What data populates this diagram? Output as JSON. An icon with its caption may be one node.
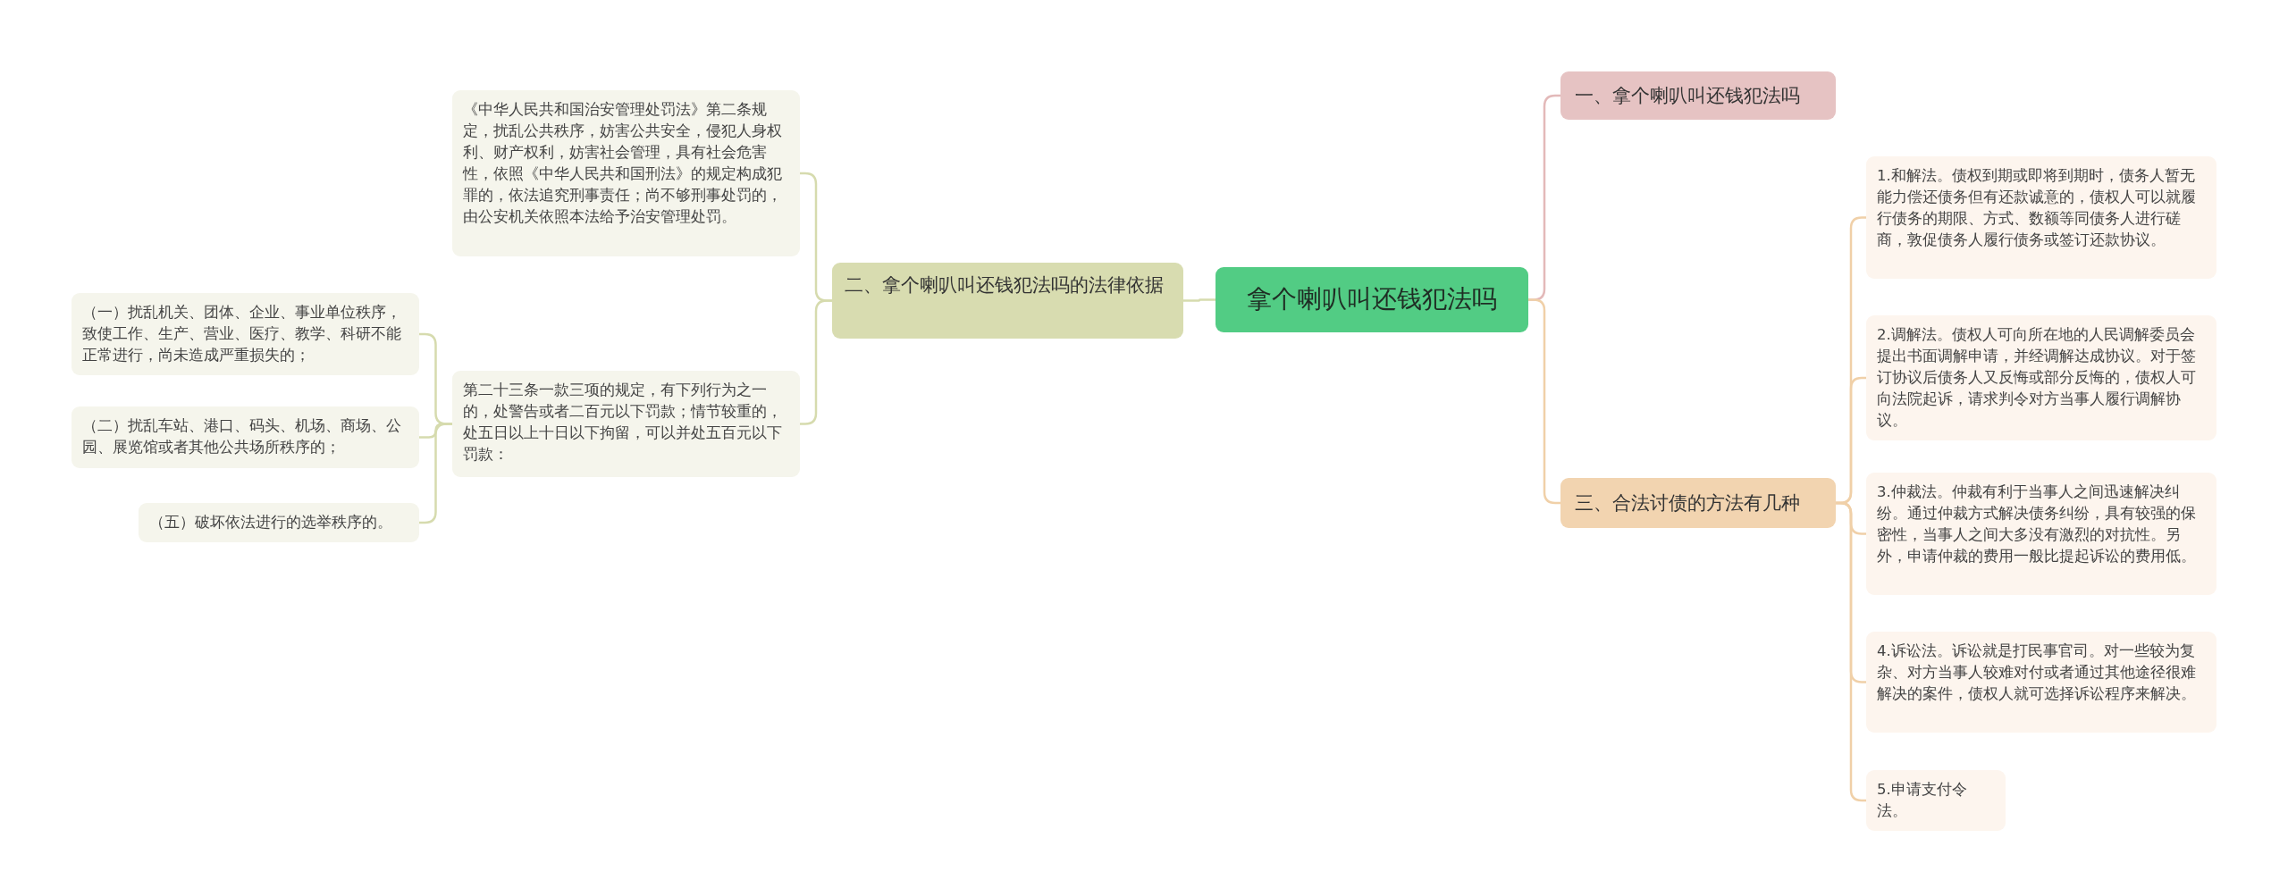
{
  "diagram": {
    "nodes": [
      {
        "text": [
          "拿个喇叭叫还钱犯法吗"
        ]
      },
      {
        "text": [
          "一、拿个喇叭叫还钱犯法吗"
        ]
      },
      {
        "text": [
          "三、合法讨债的方法有几种"
        ]
      },
      {
        "text": [
          "二、拿个喇叭叫还钱犯法吗的法律依据"
        ]
      },
      {
        "text": [
          "《中华人民共和国治安管理处罚法》第二条规定，扰乱公共秩序，妨害公共安全，侵犯人身权利、财产权利，妨害社会管理，具有社会危害性，依照《中华人民共和国刑法》的规定构成犯罪的，依法追究刑事责任；尚不够刑事处罚的，由公安机关依照本法给予治安管理处罚。"
        ]
      },
      {
        "text": [
          "第二十三条一款三项的规定，有下列行为之一的，处警告或者二百元以下罚款；情节较重的，处五日以上十日以下拘留，可以并处五百元以下罚款："
        ]
      },
      {
        "text": [
          "（一）扰乱机关、团体、企业、事业单位秩序，致使工作、生产、营业、医疗、教学、科研不能正常进行，尚未造成严重损失的；"
        ]
      },
      {
        "text": [
          "（二）扰乱车站、港口、码头、机场、商场、公园、展览馆或者其他公共场所秩序的；"
        ]
      },
      {
        "text": [
          "（五）破坏依法进行的选举秩序的。"
        ]
      },
      {
        "text": [
          "1.和解法。债权到期或即将到期时，债务人暂无能力偿还债务但有还款诚意的，债权人可以就履行债务的期限、方式、数额等同债务人进行磋商，敦促债务人履行债务或签订还款协议。"
        ]
      },
      {
        "text": [
          "2.调解法。债权人可向所在地的人民调解委员会提出书面调解申请，并经调解达成协议。对于签订协议后债务人又反悔或部分反悔的，债权人可向法院起诉，请求判令对方当事人履行调解协议。"
        ]
      },
      {
        "text": [
          "3.仲裁法。仲裁有利于当事人之间迅速解决纠纷。通过仲裁方式解决债务纠纷，具有较强的保密性，当事人之间大多没有激烈的对抗性。另外，申请仲裁的费用一般比提起诉讼的费用低。"
        ]
      },
      {
        "text": [
          "4.诉讼法。诉讼就是打民事官司。对一些较为复杂、对方当事人较难对付或者通过其他途径很难解决的案件，债权人就可选择诉讼程序来解决。"
        ]
      },
      {
        "text": [
          "5.申请支付令法。"
        ]
      }
    ],
    "edges": [
      {
        "from": 0,
        "to": 1,
        "arrow": "none",
        "color": "#e3b9b9"
      },
      {
        "from": 0,
        "to": 2,
        "arrow": "none",
        "color": "#f0d0a8"
      },
      {
        "from": 0,
        "to": 3,
        "arrow": "none",
        "color": "#d6dbae"
      },
      {
        "from": 3,
        "to": 4,
        "arrow": "none",
        "color": "#d6dbae"
      },
      {
        "from": 3,
        "to": 5,
        "arrow": "none",
        "color": "#d6dbae"
      },
      {
        "from": 5,
        "to": 6,
        "arrow": "none",
        "color": "#d6dbae"
      },
      {
        "from": 5,
        "to": 7,
        "arrow": "none",
        "color": "#d6dbae"
      },
      {
        "from": 5,
        "to": 8,
        "arrow": "none",
        "color": "#d6dbae"
      },
      {
        "from": 2,
        "to": 9,
        "arrow": "none",
        "color": "#f0d0a8"
      },
      {
        "from": 2,
        "to": 10,
        "arrow": "none",
        "color": "#f0d0a8"
      },
      {
        "from": 2,
        "to": 11,
        "arrow": "none",
        "color": "#f0d0a8"
      },
      {
        "from": 2,
        "to": 12,
        "arrow": "none",
        "color": "#f0d0a8"
      },
      {
        "from": 2,
        "to": 13,
        "arrow": "none",
        "color": "#f0d0a8"
      }
    ]
  }
}
